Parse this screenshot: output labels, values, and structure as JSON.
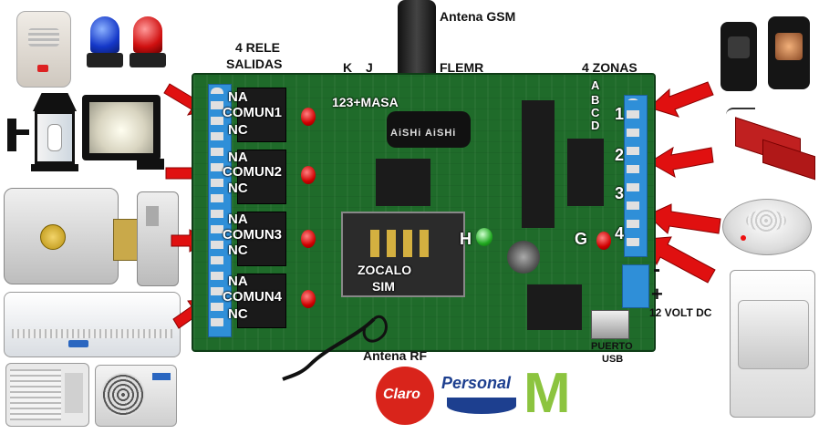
{
  "labels": {
    "antena_gsm": "Antena GSM",
    "rele_title_1": "4 RELE",
    "rele_title_2": "SALIDAS",
    "k": "K",
    "j": "J",
    "flemr": "FLEMR",
    "zonas_title": "4 ZONAS",
    "masa": "123+MASA",
    "na": "NA",
    "comun1": "COMUN1",
    "comun2": "COMUN2",
    "comun3": "COMUN3",
    "comun4": "COMUN4",
    "nc": "NC",
    "zona_a": "A",
    "zona_b": "B",
    "zona_c": "C",
    "zona_d": "D",
    "zona_1": "1",
    "zona_2": "2",
    "zona_3": "3",
    "zona_4": "4",
    "led_h": "H",
    "led_g": "G",
    "zocalo_1": "ZOCALO",
    "zocalo_2": "SIM",
    "minus": "-",
    "plus": "+",
    "volt": "12 VOLT DC",
    "puerto_1": "PUERTO",
    "puerto_2": "USB",
    "antena_rf": "Antena RF",
    "capacitor_brand": "AiSHi AiSHi"
  },
  "logos": {
    "claro": "Claro",
    "personal": "Personal",
    "movistar": "M"
  },
  "colors": {
    "pcb": "#1f6b2a",
    "terminal": "#2f8fd8",
    "arrow": "#e01010",
    "claro": "#d9241b",
    "personal": "#1d3f8f",
    "movistar": "#8cc43f"
  }
}
